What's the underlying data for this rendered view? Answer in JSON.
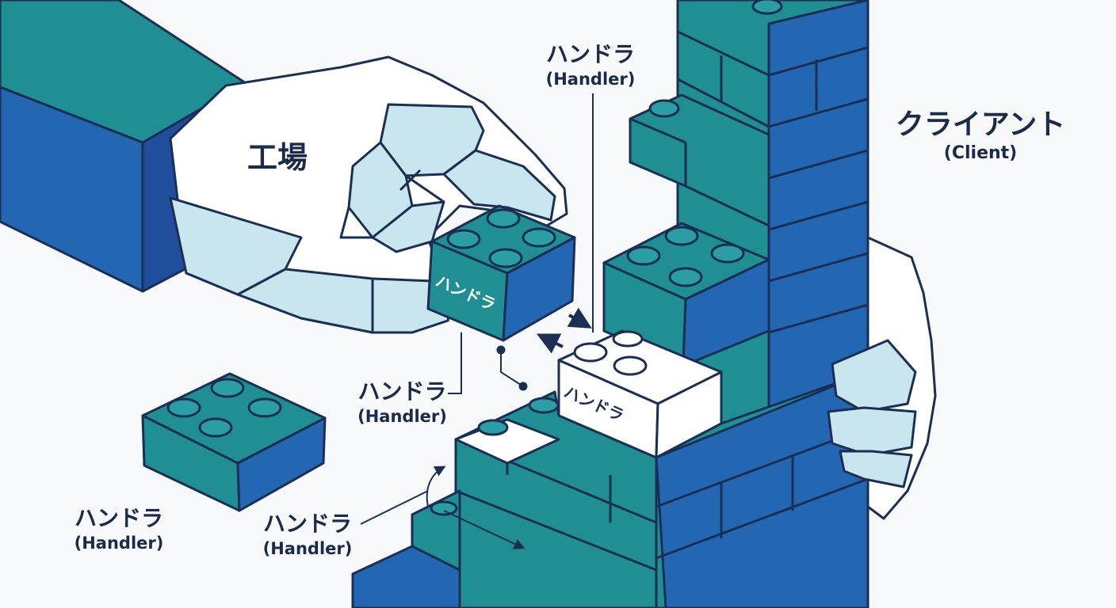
{
  "factory": {
    "label": "工場"
  },
  "client": {
    "label": "クライアント",
    "label_en": "(Client)"
  },
  "handler_labels": [
    {
      "jp": "ハンドラ",
      "en": "(Handler)"
    },
    {
      "jp": "ハンドラ",
      "en": "(Handler)"
    },
    {
      "jp": "ハンドラ",
      "en": "(Handler)"
    },
    {
      "jp": "ハンドラ",
      "en": "(Handler)"
    }
  ],
  "brick_labels": {
    "held": "ハンドラ",
    "white": "ハンドラ"
  },
  "colors": {
    "teal": "#1f8f94",
    "blue": "#2367b3",
    "navy": "#1b2f55",
    "light": "#c9e6ee",
    "white": "#ffffff"
  }
}
